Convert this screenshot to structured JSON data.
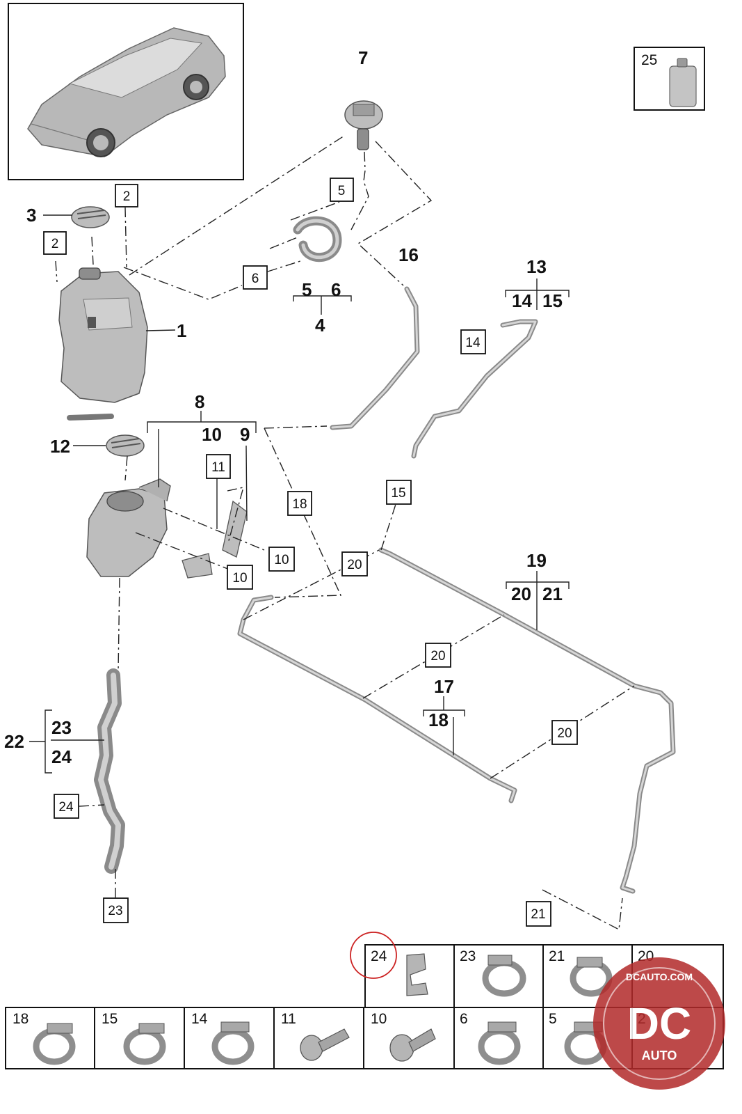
{
  "diagram": {
    "callouts": {
      "c1": "1",
      "c3": "3",
      "c4": "4",
      "c5": "5",
      "c6": "6",
      "c7": "7",
      "c8": "8",
      "c9": "9",
      "c10": "10",
      "c12": "12",
      "c13": "13",
      "c14": "14",
      "c15": "15",
      "c16": "16",
      "c17": "17",
      "c18": "18",
      "c19": "19",
      "c20": "20",
      "c21": "21",
      "c22": "22",
      "c23": "23",
      "c24": "24"
    },
    "boxed_labels": {
      "b2a": "2",
      "b2b": "2",
      "b5": "5",
      "b6": "6",
      "b11": "11",
      "b10a": "10",
      "b10b": "10",
      "b18": "18",
      "b14": "14",
      "b15": "15",
      "b20a": "20",
      "b20b": "20",
      "b20c": "20",
      "b24": "24",
      "b23": "23",
      "b21": "21"
    },
    "inset": {
      "label": "25"
    },
    "hardware_top_row": [
      "24",
      "23",
      "21",
      "20"
    ],
    "hardware_bottom_row": [
      "18",
      "15",
      "14",
      "11",
      "10",
      "6",
      "5",
      "2"
    ],
    "highlighted_item": "24",
    "watermark": {
      "top": "DCAUTO.COM",
      "mark": "DC",
      "bottom": "AUTO"
    },
    "colors": {
      "highlight_circle": "#cc2222",
      "watermark": "#b22a2a"
    }
  }
}
